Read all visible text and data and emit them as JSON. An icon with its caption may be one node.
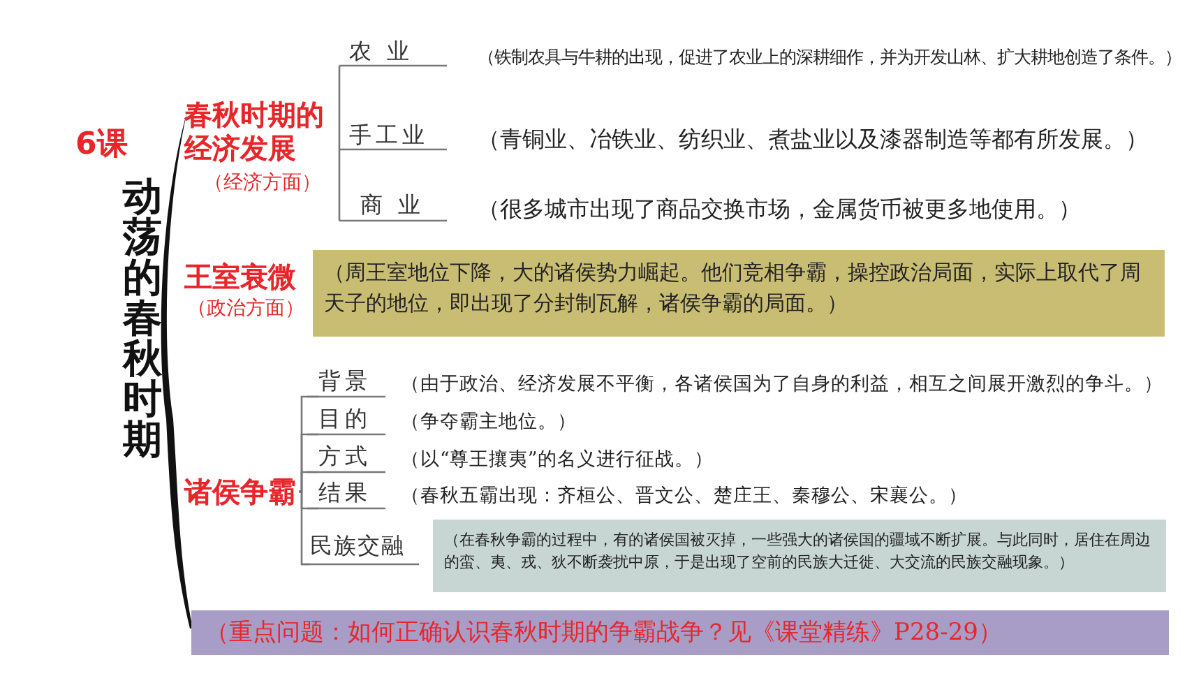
{
  "diagram": {
    "title": "动荡的春秋时期",
    "nodes": [
      {
        "text": [
          "春秋时期的经济发展"
        ],
        "beside": [
          "（经济方面）"
        ]
      },
      {
        "text": [
          "农 业"
        ]
      },
      {
        "text": [
          "手工业"
        ]
      },
      {
        "text": [
          "商 业"
        ]
      },
      {
        "text": [
          "王室衰微"
        ],
        "beside": [
          "（政治方面）"
        ]
      },
      {
        "text": [
          "（周王室地位下降，大的诸侯势力崛起。他们竞相争霸，操控政治局面，实际上取代了周天子的地位，即出现了分封制瓦解，诸侯争霸的局面。）"
        ]
      },
      {
        "text": [
          "诸侯争霸"
        ]
      },
      {
        "text": [
          "背景"
        ]
      },
      {
        "text": [
          "目的"
        ]
      },
      {
        "text": [
          "方式"
        ]
      },
      {
        "text": [
          "结果"
        ]
      },
      {
        "text": [
          "民族交融"
        ]
      },
      {
        "text": [
          "（在春秋争霸的过程中，有的诸侯国被灭掉，一些强大的诸侯国的疆域不断扩展。与此同时，居住在周边的蛮、夷、戎、狄不断袭扰中原，于是出现了空前的民族大迁徙、大交流的民族交融现象。）"
        ]
      },
      {
        "text": [
          "（重点问题：如何正确认识春秋时期的争霸战争？见《课堂精练》P28-29）"
        ]
      }
    ],
    "edges": [
      {
        "from": 6,
        "to": 7,
        "arrow": "none"
      },
      {
        "from": 6,
        "to": 8,
        "arrow": "none"
      },
      {
        "from": 6,
        "to": 9,
        "arrow": "none"
      },
      {
        "from": 6,
        "to": 10,
        "arrow": "none"
      },
      {
        "from": 6,
        "to": 11,
        "arrow": "none"
      }
    ],
    "labels": [
      "6课",
      "（铁制农具与牛耕的出现，促进了农业上的深耕细作，并为开发山林、扩大耕地创造了条件。）",
      "（青铜业、冶铁业、纺织业、煮盐业以及漆器制造等都有所发展。）",
      "（很多城市出现了商品交换市场，金属货币被更多地使用。）",
      "（由于政治、经济发展不平衡，各诸侯国为了自身的利益，相互之间展开激烈的争斗。）",
      "（争夺霸主地位。）",
      "（以“尊王攘夷”的名义进行征战。）",
      "（春秋五霸出现：齐桓公、晋文公、楚庄王、秦穆公、宋襄公。）"
    ]
  }
}
